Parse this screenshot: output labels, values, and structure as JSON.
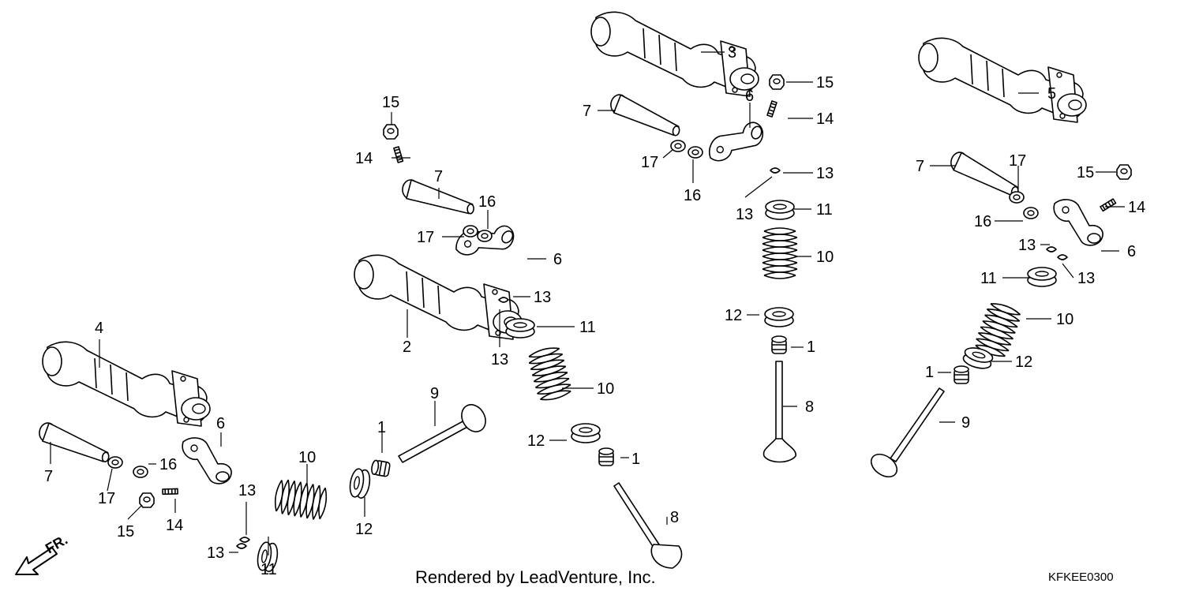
{
  "diagram": {
    "footer": {
      "credit": "Rendered by LeadVenture, Inc.",
      "code": "KFKEE0300"
    },
    "front_indicator": {
      "label": "FR.",
      "icon": "front-direction-arrow-icon"
    },
    "callouts": [
      "1",
      "1",
      "1",
      "1",
      "2",
      "3",
      "4",
      "5",
      "6",
      "6",
      "6",
      "6",
      "7",
      "7",
      "7",
      "7",
      "8",
      "8",
      "9",
      "9",
      "10",
      "10",
      "10",
      "10",
      "11",
      "11",
      "11",
      "11",
      "12",
      "12",
      "12",
      "12",
      "13",
      "13",
      "13",
      "13",
      "13",
      "13",
      "13",
      "13",
      "14",
      "14",
      "14",
      "14",
      "15",
      "15",
      "15",
      "15",
      "16",
      "16",
      "16",
      "16",
      "17",
      "17",
      "17",
      "17"
    ]
  }
}
